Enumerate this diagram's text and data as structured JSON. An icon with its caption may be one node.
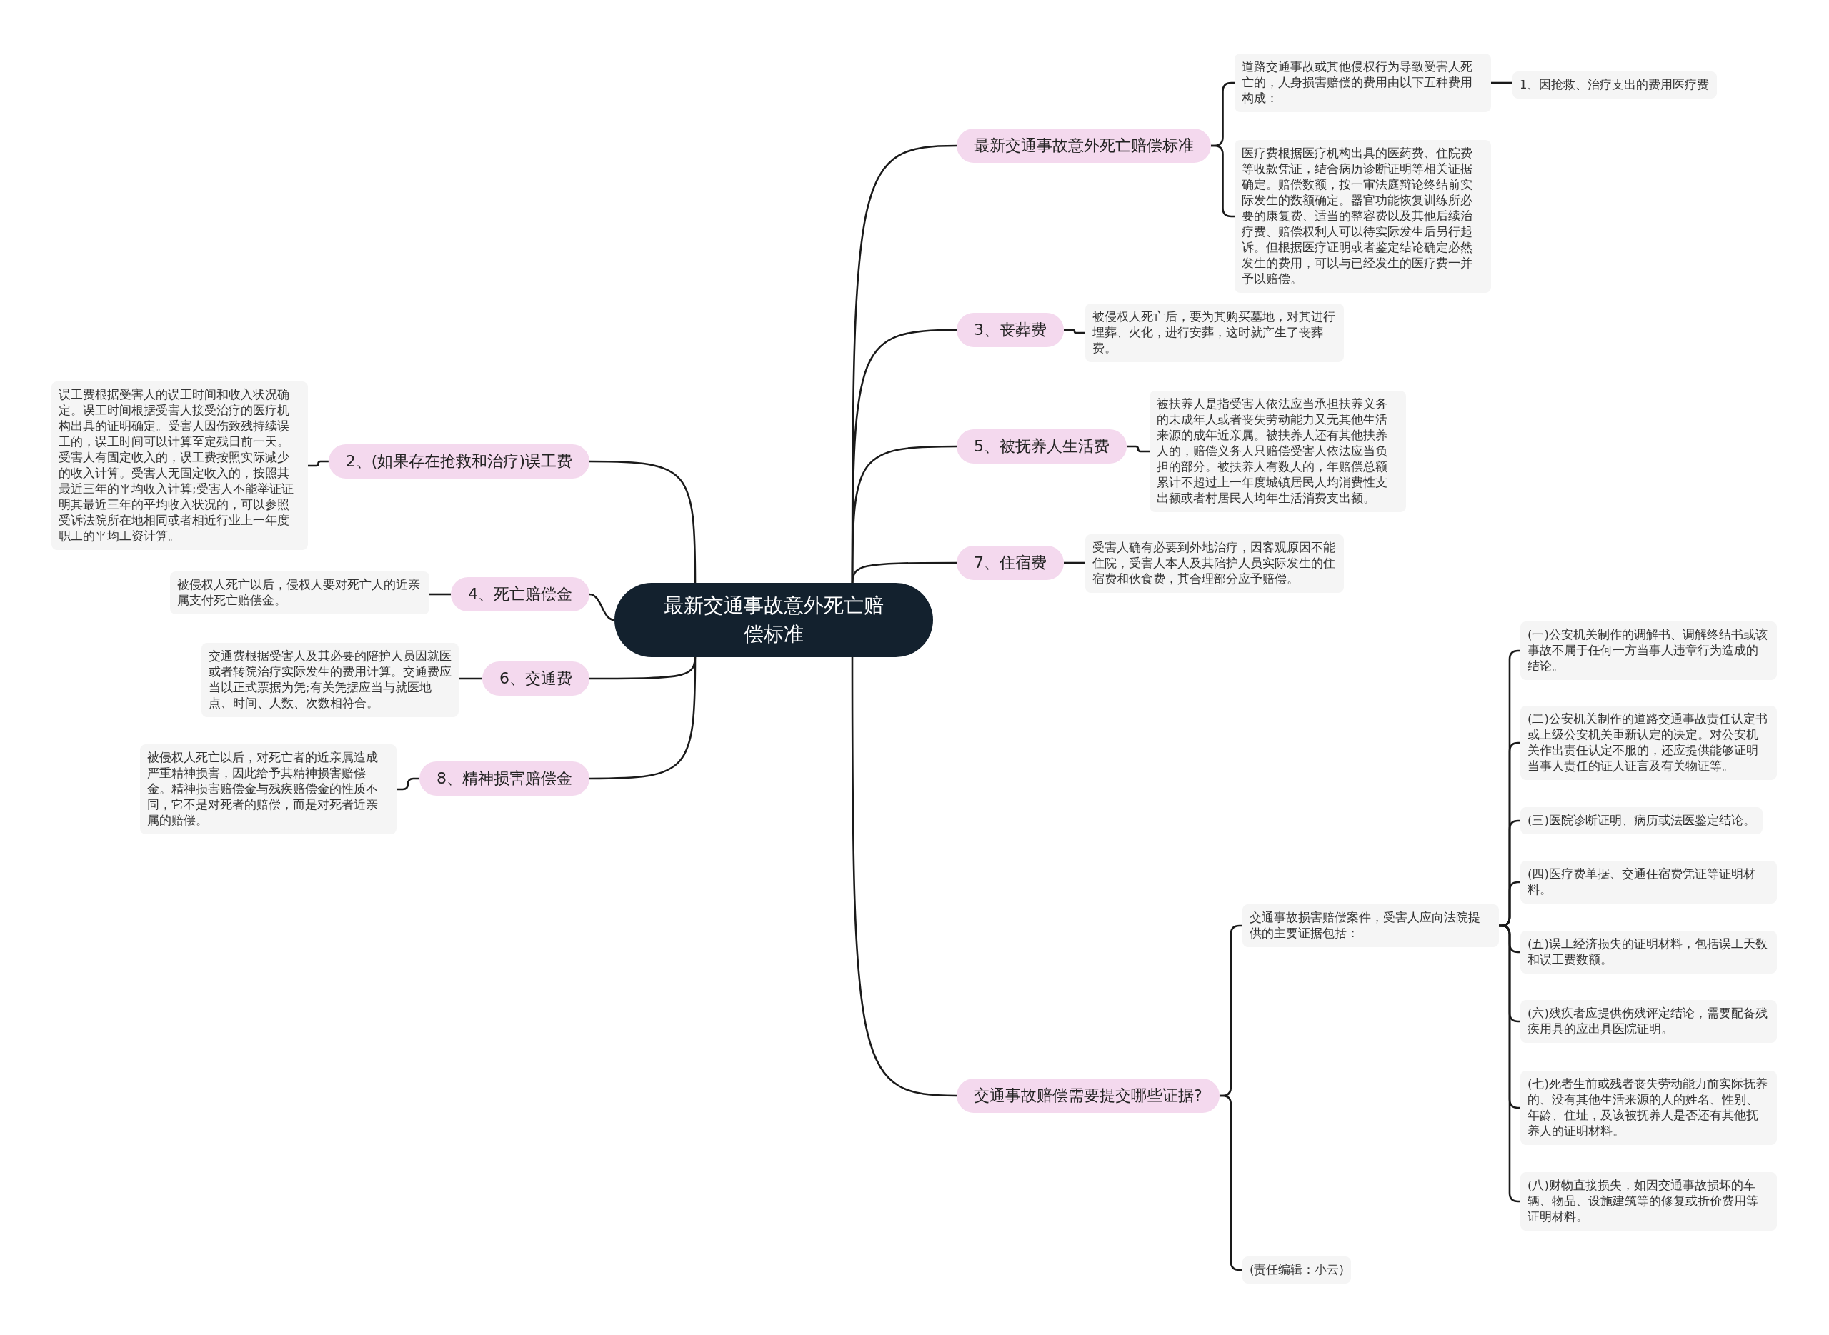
{
  "diagram": {
    "nodes": [
      {
        "text": [
          "最新交通事故意外死亡赔偿标准"
        ]
      },
      {
        "text": [
          "最新交通事故意外死亡赔偿标准"
        ]
      },
      {
        "text": [
          "道路交通事故或其他侵权行为导致受害人死亡的，人身损害赔偿的费用由以下五种费用构成："
        ]
      },
      {
        "text": [
          "1、因抢救、治疗支出的费用医疗费"
        ]
      },
      {
        "text": [
          "医疗费根据医疗机构出具的医药费、住院费等收款凭证，结合病历诊断证明等相关证据确定。赔偿数额，按一审法庭辩论终结前实际发生的数额确定。器官功能恢复训练所必要的康复费、适当的整容费以及其他后续治疗费、赔偿权利人可以待实际发生后另行起诉。但根据医疗证明或者鉴定结论确定必然发生的费用，可以与已经发生的医疗费一并予以赔偿。"
        ]
      },
      {
        "text": [
          "3、丧葬费"
        ]
      },
      {
        "text": [
          "被侵权人死亡后，要为其购买墓地，对其进行埋葬、火化，进行安葬，这时就产生了丧葬费。"
        ]
      },
      {
        "text": [
          "5、被抚养人生活费"
        ]
      },
      {
        "text": [
          "被扶养人是指受害人依法应当承担扶养义务的未成年人或者丧失劳动能力又无其他生活来源的成年近亲属。被扶养人还有其他扶养人的，赔偿义务人只赔偿受害人依法应当负担的部分。被扶养人有数人的，年赔偿总额累计不超过上一年度城镇居民人均消费性支出额或者村居民人均年生活消费支出额。"
        ]
      },
      {
        "text": [
          "7、住宿费"
        ]
      },
      {
        "text": [
          "受害人确有必要到外地治疗，因客观原因不能住院，受害人本人及其陪护人员实际发生的住宿费和伙食费，其合理部分应予赔偿。"
        ]
      },
      {
        "text": [
          "交通事故赔偿需要提交哪些证据?"
        ]
      },
      {
        "text": [
          "交通事故损害赔偿案件，受害人应向法院提供的主要证据包括："
        ]
      },
      {
        "text": [
          "(一)公安机关制作的调解书、调解终结书或该事故不属于任何一方当事人违章行为造成的结论。"
        ]
      },
      {
        "text": [
          "(二)公安机关制作的道路交通事故责任认定书或上级公安机关重新认定的决定。对公安机关作出责任认定不服的，还应提供能够证明当事人责任的证人证言及有关物证等。"
        ]
      },
      {
        "text": [
          "(三)医院诊断证明、病历或法医鉴定结论。"
        ]
      },
      {
        "text": [
          "(四)医疗费单据、交通住宿费凭证等证明材料。"
        ]
      },
      {
        "text": [
          "(五)误工经济损失的证明材料，包括误工天数和误工费数额。"
        ]
      },
      {
        "text": [
          "(六)残疾者应提供伤残评定结论，需要配备残疾用具的应出具医院证明。"
        ]
      },
      {
        "text": [
          "(七)死者生前或残者丧失劳动能力前实际抚养的、没有其他生活来源的人的姓名、性别、年龄、住址，及该被抚养人是否还有其他抚养人的证明材料。"
        ]
      },
      {
        "text": [
          "(八)财物直接损失，如因交通事故损坏的车辆、物品、设施建筑等的修复或折价费用等证明材料。"
        ]
      },
      {
        "text": [
          "(责任编辑：小云)"
        ]
      },
      {
        "text": [
          "2、(如果存在抢救和治疗)误工费"
        ]
      },
      {
        "text": [
          "误工费根据受害人的误工时间和收入状况确定。误工时间根据受害人接受治疗的医疗机构出具的证明确定。受害人因伤致残持续误工的，误工时间可以计算至定残日前一天。受害人有固定收入的，误工费按照实际减少的收入计算。受害人无固定收入的，按照其最近三年的平均收入计算;受害人不能举证证明其最近三年的平均收入状况的，可以参照受诉法院所在地相同或者相近行业上一年度职工的平均工资计算。"
        ]
      },
      {
        "text": [
          "4、死亡赔偿金"
        ]
      },
      {
        "text": [
          "被侵权人死亡以后，侵权人要对死亡人的近亲属支付死亡赔偿金。"
        ]
      },
      {
        "text": [
          "6、交通费"
        ]
      },
      {
        "text": [
          "交通费根据受害人及其必要的陪护人员因就医或者转院治疗实际发生的费用计算。交通费应当以正式票据为凭;有关凭据应当与就医地点、时间、人数、次数相符合。"
        ]
      },
      {
        "text": [
          "8、精神损害赔偿金"
        ]
      },
      {
        "text": [
          "被侵权人死亡以后，对死亡者的近亲属造成严重精神损害，因此给予其精神损害赔偿金。精神损害赔偿金与残疾赔偿金的性质不同，它不是对死者的赔偿，而是对死者近亲属的赔偿。"
        ]
      }
    ],
    "edges": [
      {
        "from": 0,
        "to": 1,
        "arrow": "none"
      },
      {
        "from": 1,
        "to": 2,
        "arrow": "none"
      },
      {
        "from": 2,
        "to": 3,
        "arrow": "none"
      },
      {
        "from": 1,
        "to": 4,
        "arrow": "none"
      },
      {
        "from": 0,
        "to": 5,
        "arrow": "none"
      },
      {
        "from": 5,
        "to": 6,
        "arrow": "none"
      },
      {
        "from": 0,
        "to": 7,
        "arrow": "none"
      },
      {
        "from": 7,
        "to": 8,
        "arrow": "none"
      },
      {
        "from": 0,
        "to": 9,
        "arrow": "none"
      },
      {
        "from": 9,
        "to": 10,
        "arrow": "none"
      },
      {
        "from": 0,
        "to": 11,
        "arrow": "none"
      },
      {
        "from": 11,
        "to": 12,
        "arrow": "none"
      },
      {
        "from": 12,
        "to": 13,
        "arrow": "none"
      },
      {
        "from": 12,
        "to": 14,
        "arrow": "none"
      },
      {
        "from": 12,
        "to": 15,
        "arrow": "none"
      },
      {
        "from": 12,
        "to": 16,
        "arrow": "none"
      },
      {
        "from": 12,
        "to": 17,
        "arrow": "none"
      },
      {
        "from": 12,
        "to": 18,
        "arrow": "none"
      },
      {
        "from": 12,
        "to": 19,
        "arrow": "none"
      },
      {
        "from": 12,
        "to": 20,
        "arrow": "none"
      },
      {
        "from": 11,
        "to": 21,
        "arrow": "none"
      },
      {
        "from": 0,
        "to": 22,
        "arrow": "none"
      },
      {
        "from": 22,
        "to": 23,
        "arrow": "none"
      },
      {
        "from": 0,
        "to": 24,
        "arrow": "none"
      },
      {
        "from": 24,
        "to": 25,
        "arrow": "none"
      },
      {
        "from": 0,
        "to": 26,
        "arrow": "none"
      },
      {
        "from": 26,
        "to": 27,
        "arrow": "none"
      },
      {
        "from": 0,
        "to": 28,
        "arrow": "none"
      },
      {
        "from": 28,
        "to": 29,
        "arrow": "none"
      }
    ]
  }
}
